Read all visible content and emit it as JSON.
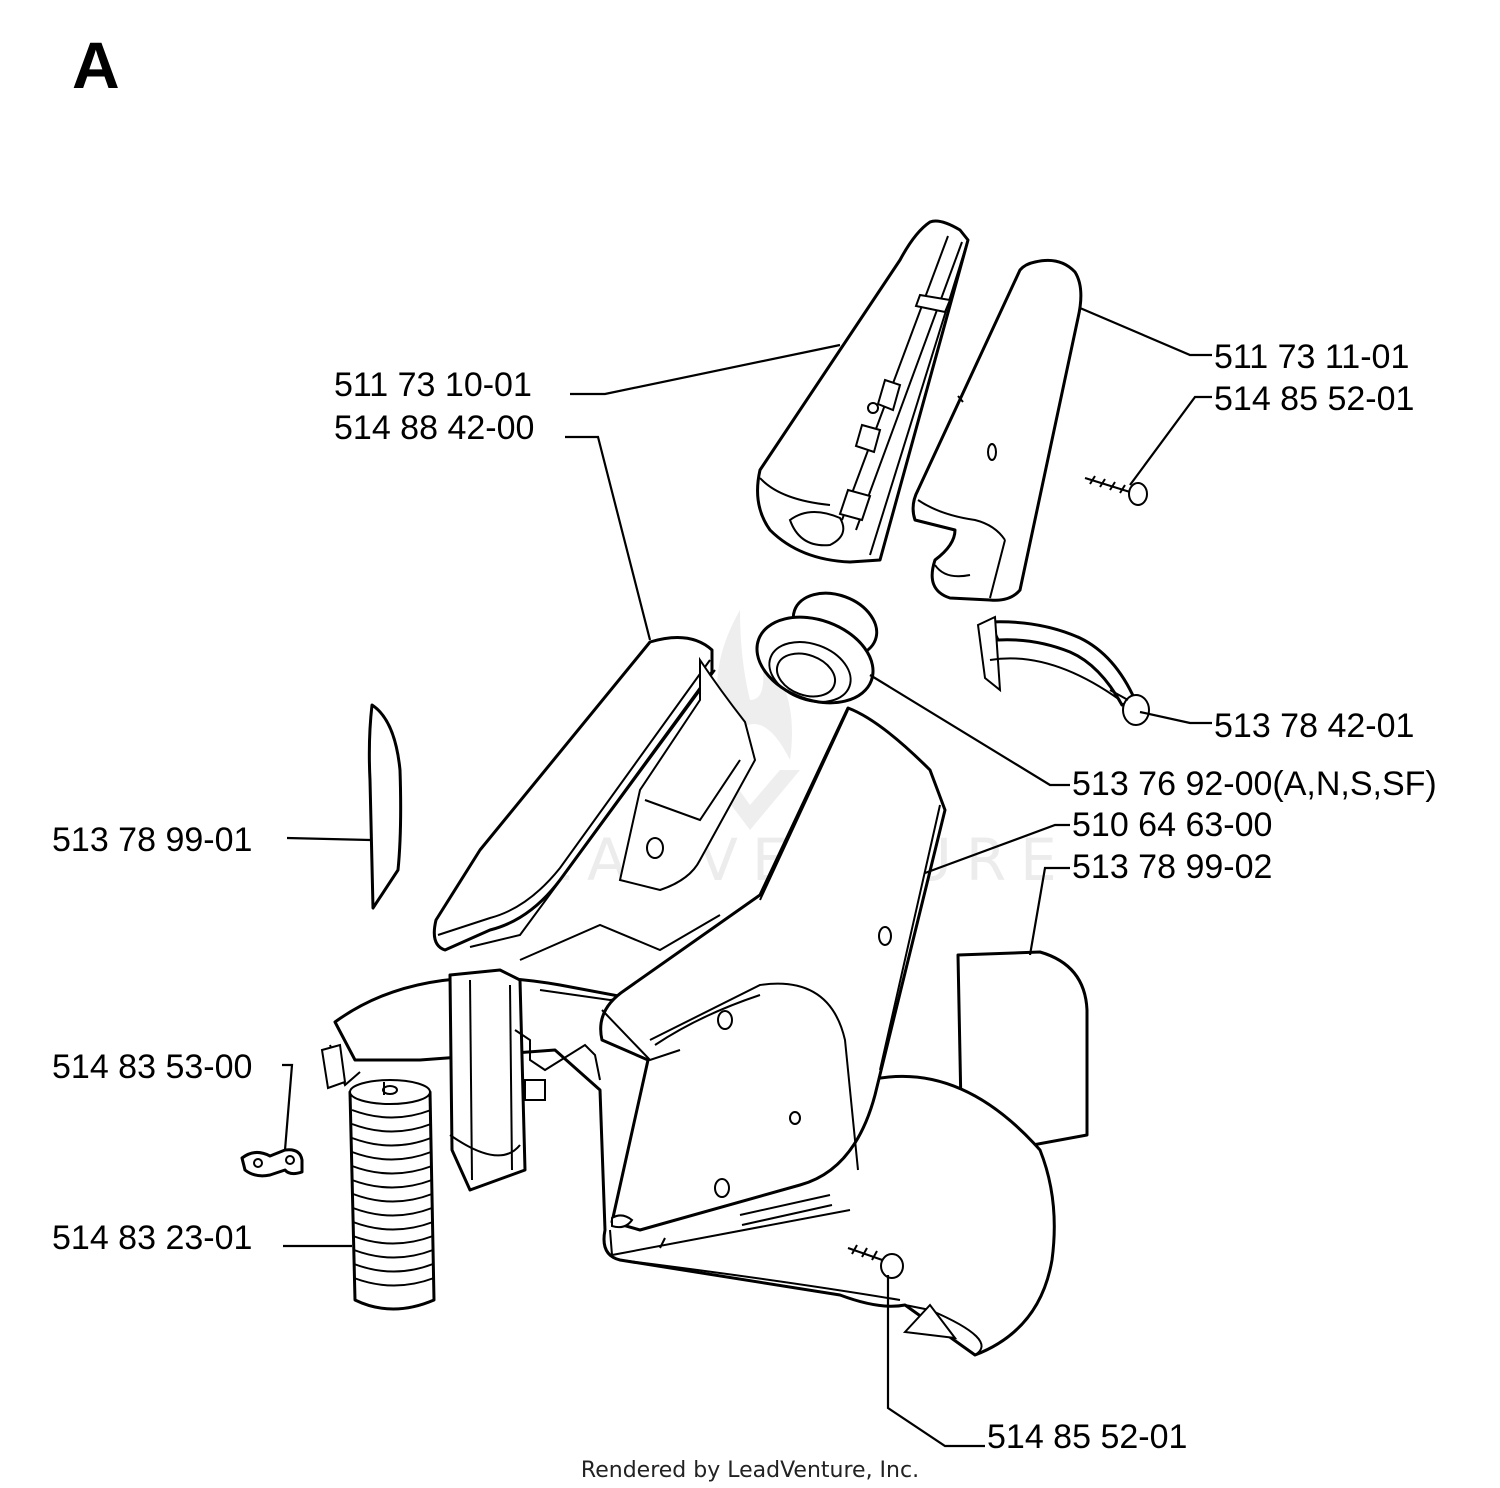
{
  "section_letter": "A",
  "watermark": "LEADVENTURE",
  "footer": "Rendered by LeadVenture, Inc.",
  "labels": {
    "cover_left": "511 73 10-01",
    "cover_left_kit": "514 88 42-00",
    "cover_right": "511 73 11-01",
    "screw_top": "514 85 52-01",
    "clamp": "513 78 42-01",
    "grommet": "513 76 92-00(A,N,S,SF)",
    "housing": "510 64 63-00",
    "decal_right": "513 78 99-02",
    "decal_left": "513 78 99-01",
    "clip": "514 83 53-00",
    "spring": "514 83 23-01",
    "screw_bottom": "514 85 52-01"
  }
}
